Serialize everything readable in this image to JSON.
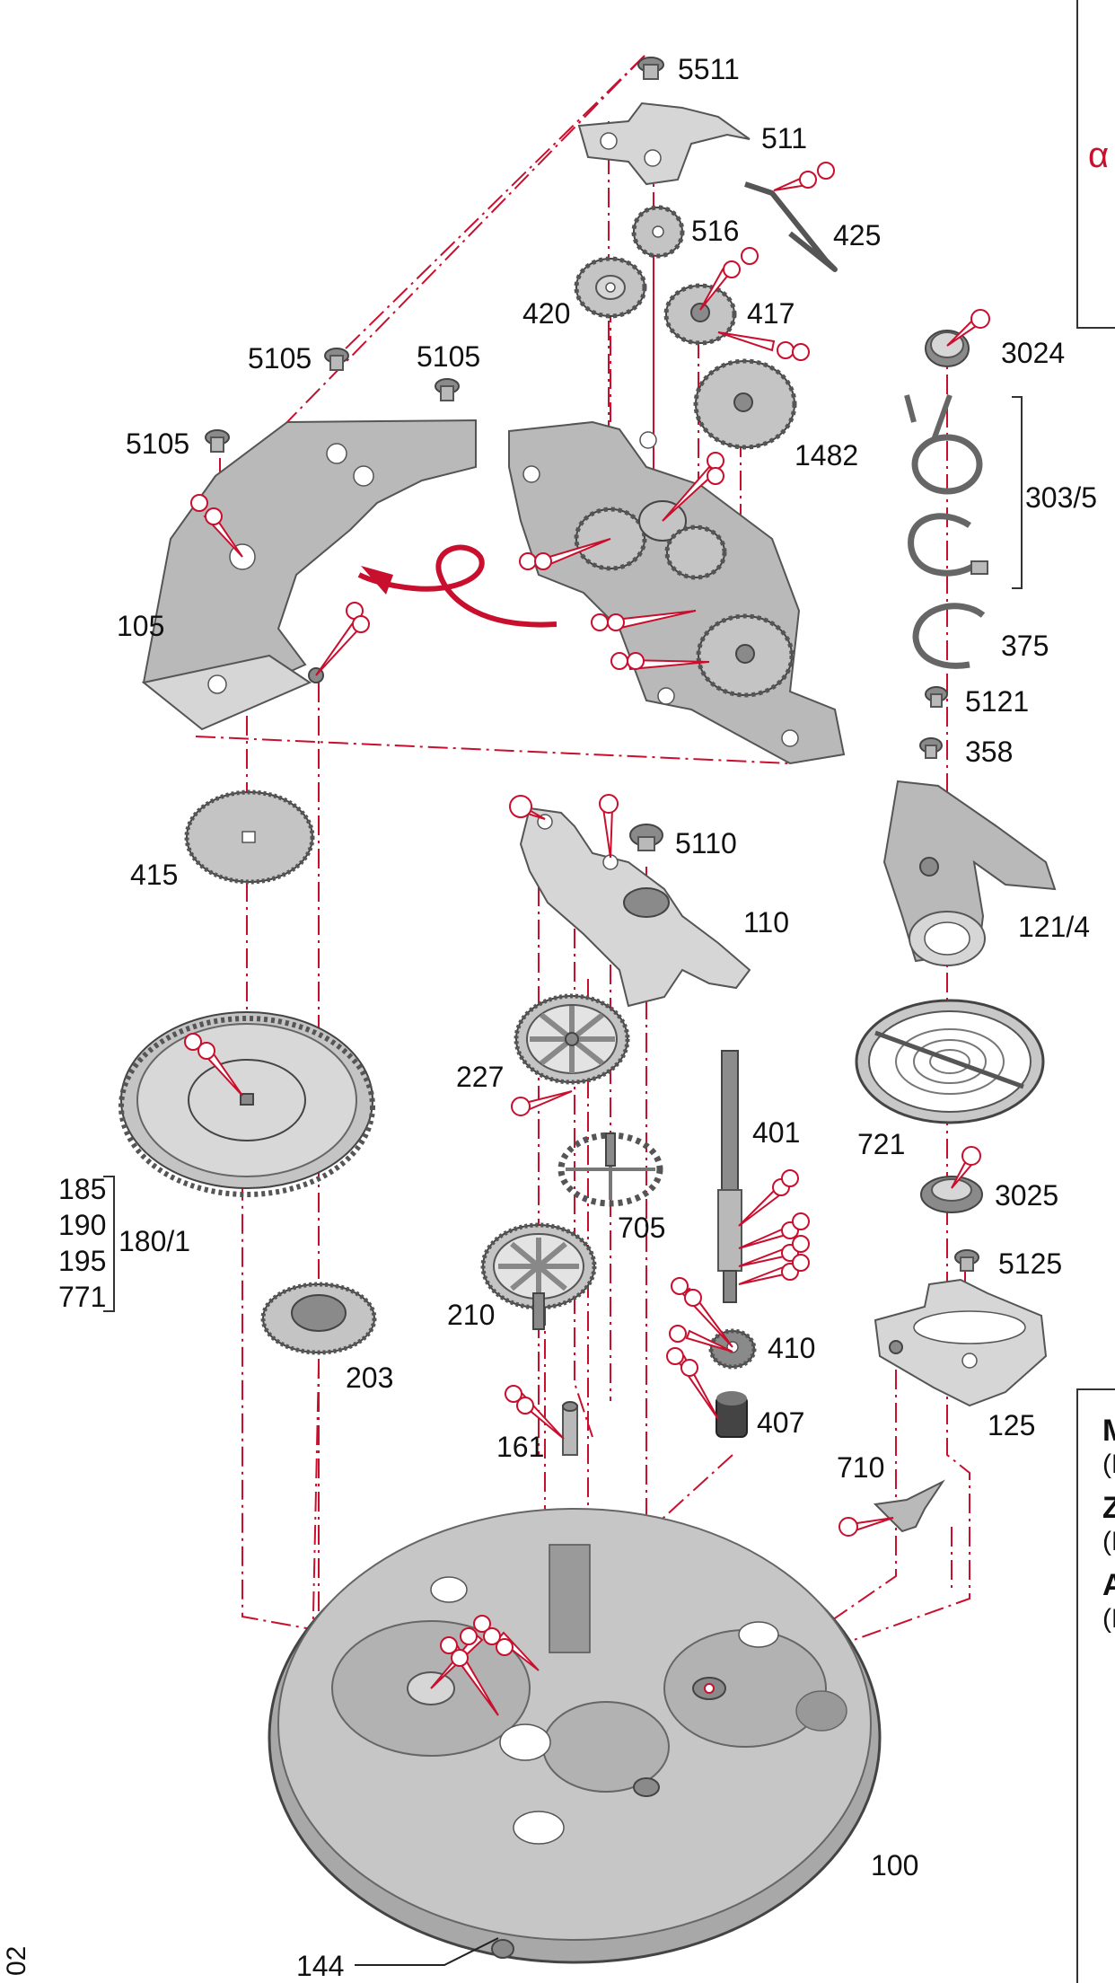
{
  "labels": [
    {
      "id": "5511",
      "text": "5511"
    },
    {
      "id": "511",
      "text": "511"
    },
    {
      "id": "516",
      "text": "516"
    },
    {
      "id": "425",
      "text": "425"
    },
    {
      "id": "420",
      "text": "420"
    },
    {
      "id": "417",
      "text": "417"
    },
    {
      "id": "5105a",
      "text": "5105"
    },
    {
      "id": "5105b",
      "text": "5105"
    },
    {
      "id": "5105c",
      "text": "5105"
    },
    {
      "id": "1482",
      "text": "1482"
    },
    {
      "id": "3024",
      "text": "3024"
    },
    {
      "id": "3035",
      "text": "303/5"
    },
    {
      "id": "105",
      "text": "105"
    },
    {
      "id": "375",
      "text": "375"
    },
    {
      "id": "5121",
      "text": "5121"
    },
    {
      "id": "358",
      "text": "358"
    },
    {
      "id": "415",
      "text": "415"
    },
    {
      "id": "5110",
      "text": "5110"
    },
    {
      "id": "110",
      "text": "110"
    },
    {
      "id": "1214",
      "text": "121/4"
    },
    {
      "id": "227",
      "text": "227"
    },
    {
      "id": "401",
      "text": "401"
    },
    {
      "id": "721",
      "text": "721"
    },
    {
      "id": "185",
      "text": "185"
    },
    {
      "id": "190",
      "text": "190"
    },
    {
      "id": "1801",
      "text": "180/1"
    },
    {
      "id": "195",
      "text": "195"
    },
    {
      "id": "771",
      "text": "771"
    },
    {
      "id": "705",
      "text": "705"
    },
    {
      "id": "3025",
      "text": "3025"
    },
    {
      "id": "5125",
      "text": "5125"
    },
    {
      "id": "210",
      "text": "210"
    },
    {
      "id": "410",
      "text": "410"
    },
    {
      "id": "203",
      "text": "203"
    },
    {
      "id": "407",
      "text": "407"
    },
    {
      "id": "125",
      "text": "125"
    },
    {
      "id": "161",
      "text": "161"
    },
    {
      "id": "710",
      "text": "710"
    },
    {
      "id": "100",
      "text": "100"
    },
    {
      "id": "144",
      "text": "144"
    }
  ],
  "legend_top": {
    "symbol": "α"
  },
  "legend_bottom": {
    "row1": "M",
    "row1_sub": "(L",
    "row2": "Z",
    "row2_sub": "(E",
    "row3": "A",
    "row3_sub": "(F"
  },
  "page_number": "02",
  "colors": {
    "accent": "#c8102e",
    "part": "#b9b9b9",
    "outline": "#555555"
  }
}
